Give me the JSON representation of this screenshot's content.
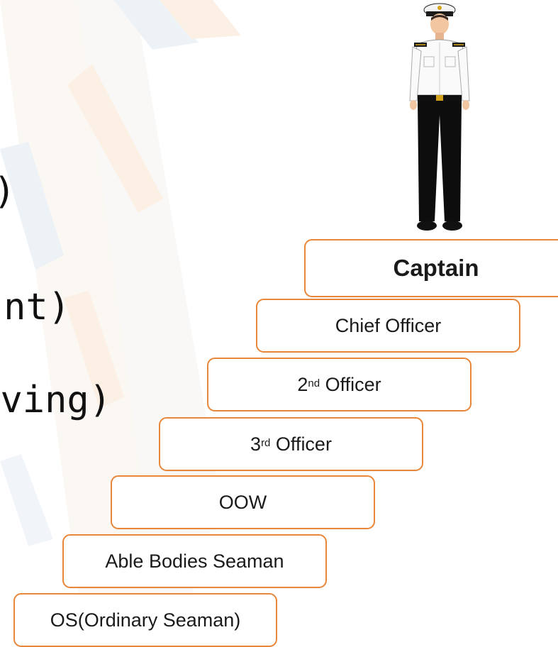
{
  "left_text": {
    "line1": ")",
    "line2": "nt)",
    "line3": "ving)"
  },
  "ladder": {
    "steps": [
      {
        "label": "Captain",
        "sup": ""
      },
      {
        "label": "Chief Officer",
        "sup": ""
      },
      {
        "label": "Officer",
        "ordinal": "2",
        "sup": "nd"
      },
      {
        "label": "Officer",
        "ordinal": "3",
        "sup": "rd"
      },
      {
        "label": "OOW",
        "sup": ""
      },
      {
        "label": "Able Bodies Seaman",
        "sup": ""
      },
      {
        "label": "OS(Ordinary Seaman)",
        "sup": ""
      }
    ]
  },
  "colors": {
    "step_border": "#e8873a",
    "background_stripe_orange": "#fbe3cf",
    "background_stripe_blue": "#dfe8f1",
    "uniform_shirt": "#ffffff",
    "uniform_trousers": "#111111"
  },
  "icons": {
    "figure": "naval-captain-figure"
  }
}
